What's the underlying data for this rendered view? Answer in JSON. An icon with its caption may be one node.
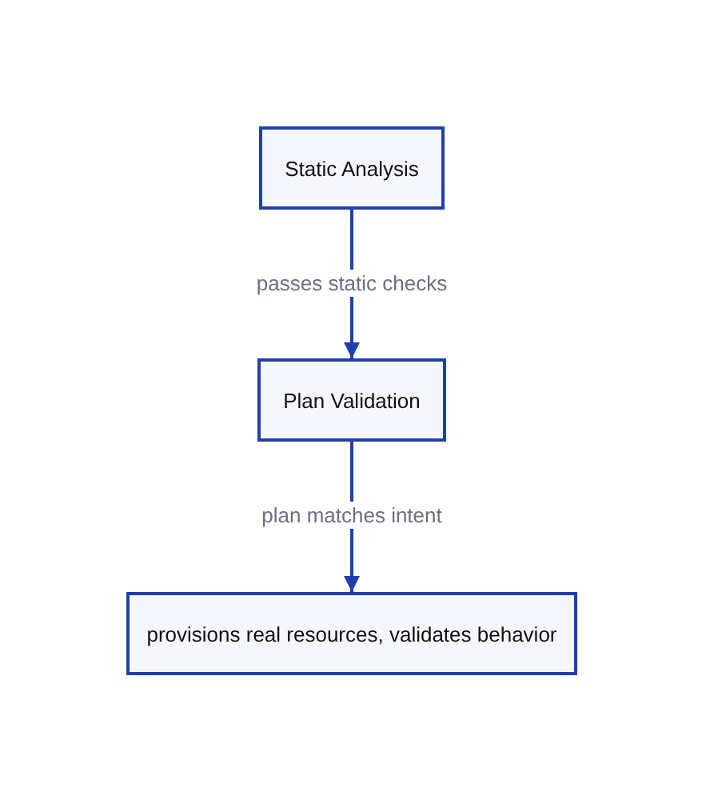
{
  "diagram": {
    "nodes": [
      {
        "text": [
          "Static Analysis"
        ]
      },
      {
        "text": [
          "Plan Validation"
        ]
      },
      {
        "text": [
          "provisions real resources, validates behavior"
        ]
      }
    ],
    "edges": [
      {
        "from": 0,
        "to": 1,
        "arrow": "to",
        "label": "passes static checks"
      },
      {
        "from": 1,
        "to": 2,
        "arrow": "to",
        "label": "plan matches intent"
      }
    ]
  }
}
